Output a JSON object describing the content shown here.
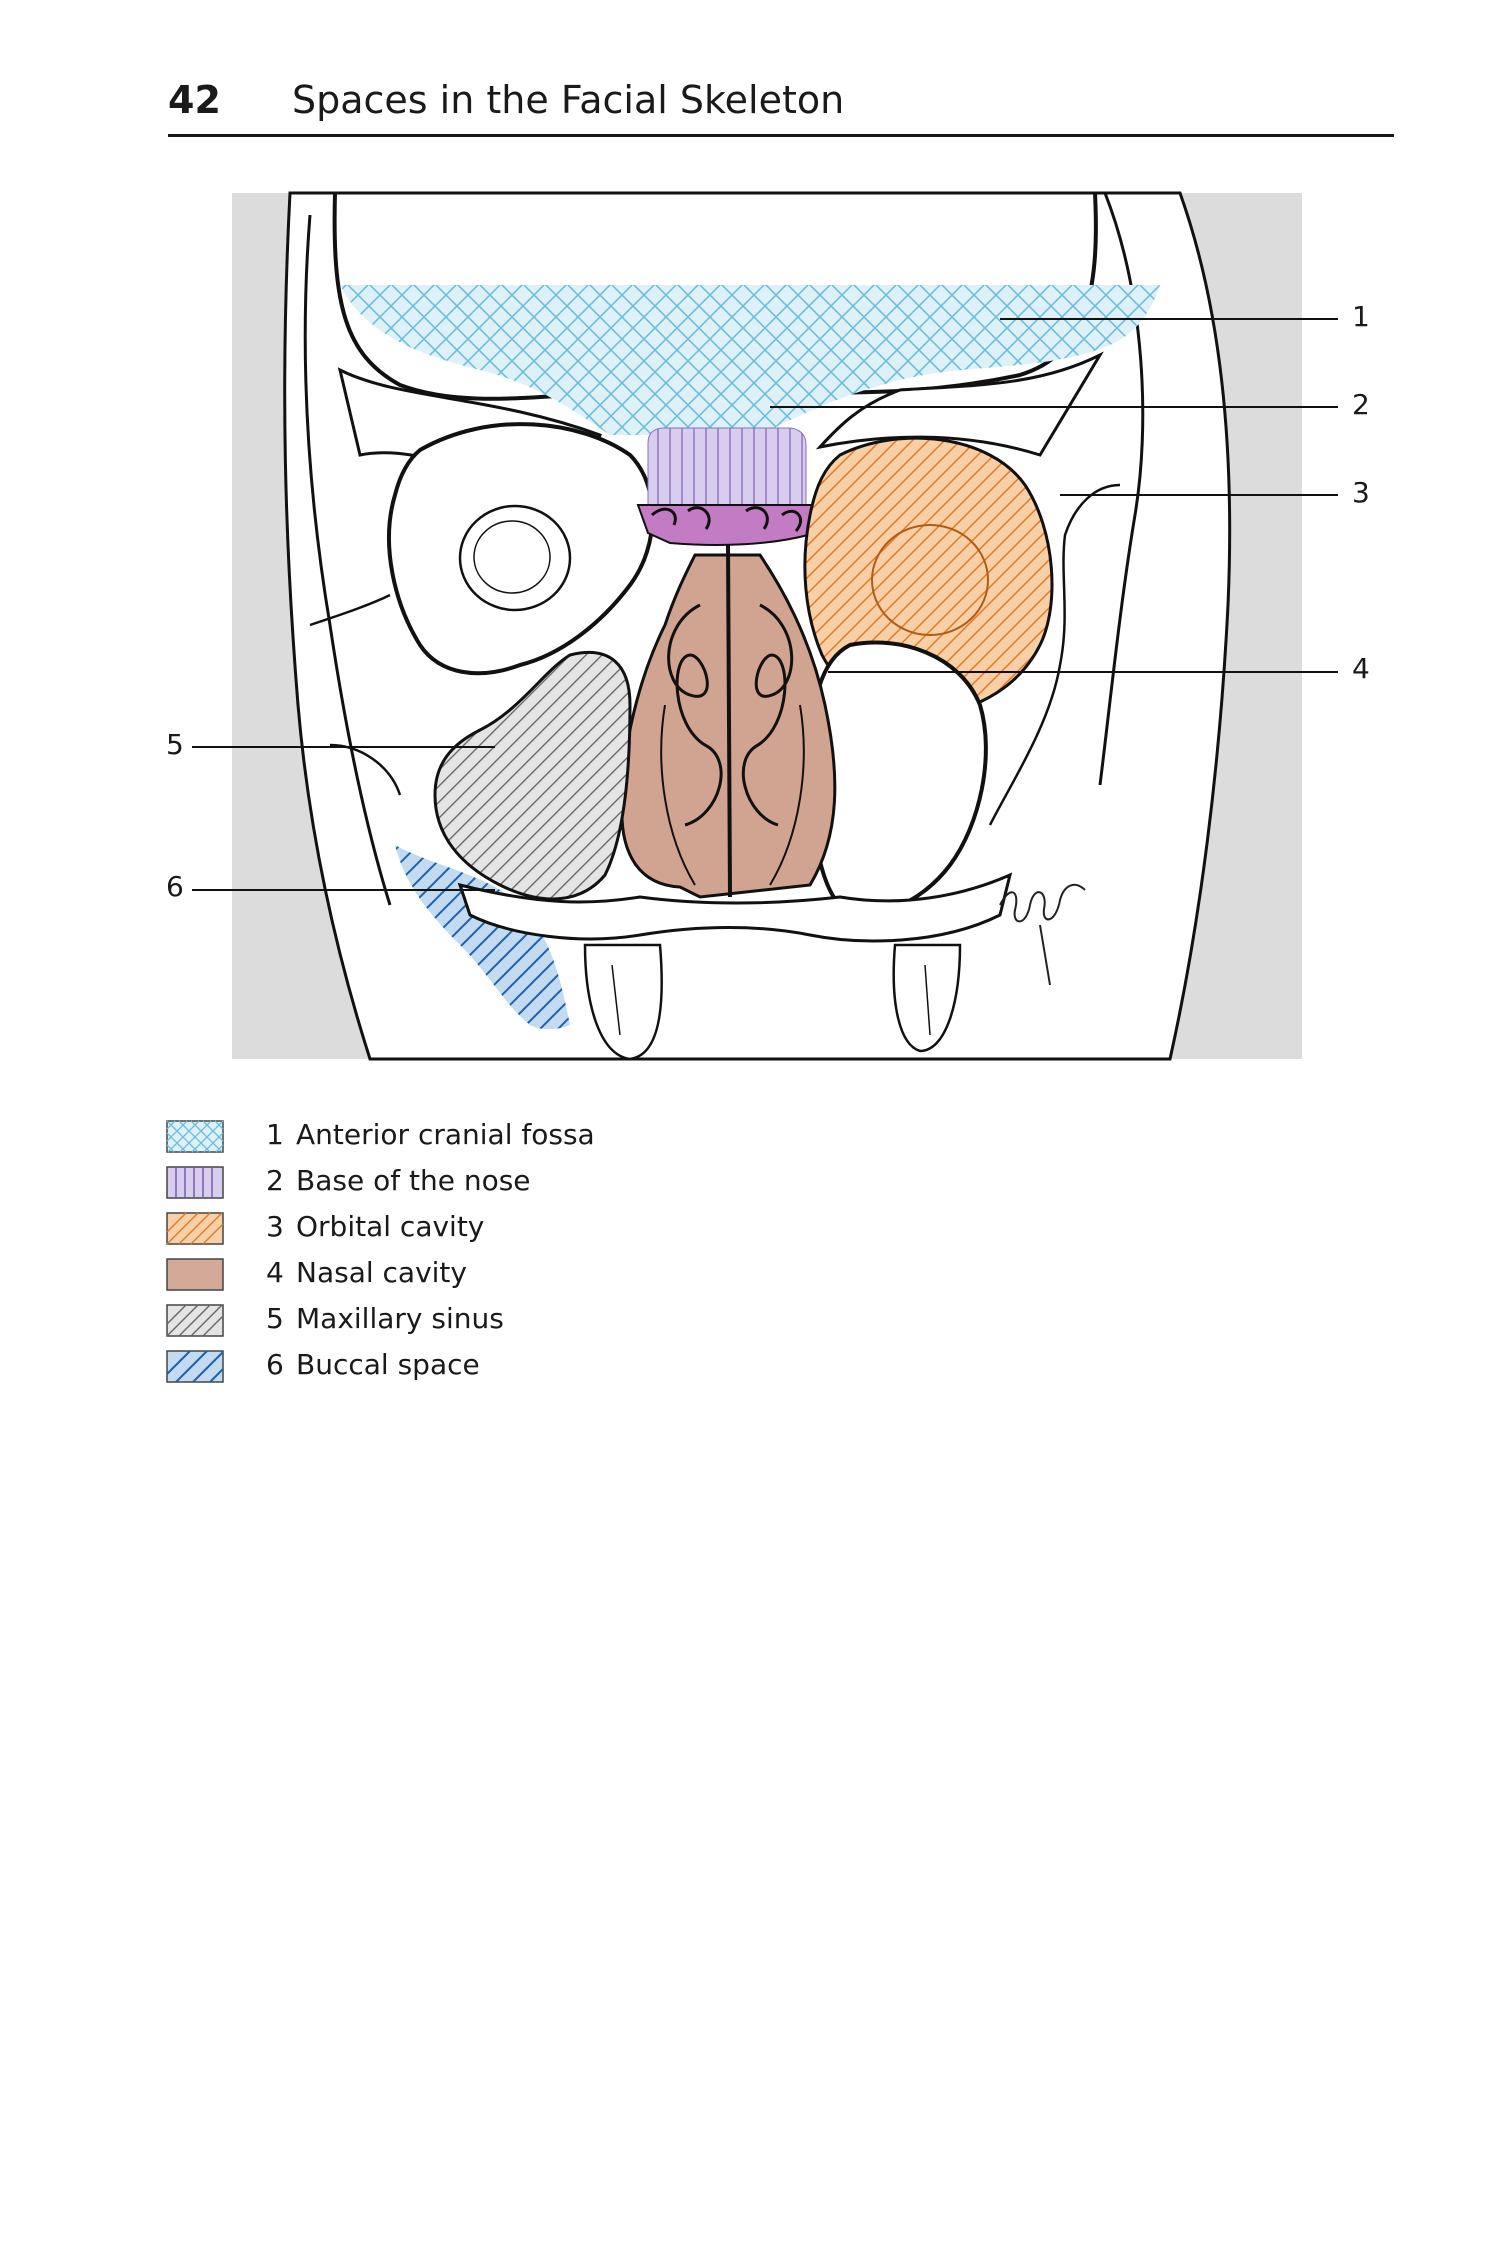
{
  "header": {
    "page_number": "42",
    "title": "Spaces in the Facial Skeleton"
  },
  "callouts": [
    "1",
    "2",
    "3",
    "4",
    "5",
    "6"
  ],
  "legend": [
    {
      "num": "1",
      "label": "Anterior cranial fossa",
      "pattern": "crosshatch",
      "color": "#7ec8e3"
    },
    {
      "num": "2",
      "label": "Base of the nose",
      "pattern": "vertical-lines",
      "color": "#9b7fc4"
    },
    {
      "num": "3",
      "label": "Orbital cavity",
      "pattern": "diagonal-lines",
      "color": "#f0a060"
    },
    {
      "num": "4",
      "label": "Nasal cavity",
      "pattern": "solid",
      "color": "#d3aa98"
    },
    {
      "num": "5",
      "label": "Maxillary sinus",
      "pattern": "diagonal-lines",
      "color": "#9a9a9a"
    },
    {
      "num": "6",
      "label": "Buccal space",
      "pattern": "diagonal-lines",
      "color": "#2a6fb5"
    }
  ],
  "colors": {
    "background_panel": "#dcdcdc",
    "outline": "#111111",
    "anterior_cranial_fossa_fill": "#cfeaf5",
    "base_of_nose_fill": "#d9cdee",
    "orbital_cavity_fill": "#f8c99c",
    "nasal_cavity_fill": "#d1a491",
    "maxillary_sinus_fill": "#e2e2e2",
    "buccal_space_fill": "#bcd6ee"
  }
}
